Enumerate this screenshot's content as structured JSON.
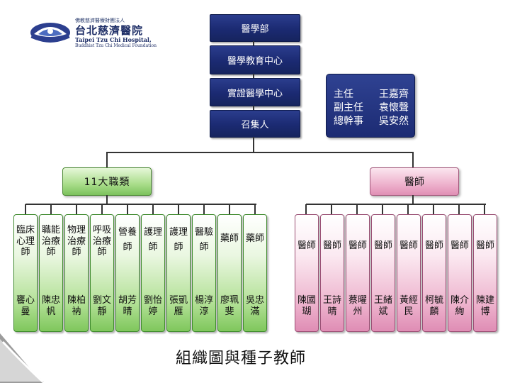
{
  "logo": {
    "sup": "佛教慈濟醫療財團法人",
    "name_cn": "台北慈濟醫院",
    "name_en": "Taipei Tzu Chi Hospital,",
    "foundation_en": "Buddhist Tzu Chi Medical Foundation"
  },
  "chain": [
    "醫學部",
    "醫學教育中心",
    "實證醫學中心",
    "召集人"
  ],
  "info": [
    {
      "role": "主任",
      "name": "王嘉齊"
    },
    {
      "role": "副主任",
      "name": "袁懷聲"
    },
    {
      "role": "總幹事",
      "name": "吳安然"
    }
  ],
  "groups": {
    "left": {
      "label": "11大職類",
      "columns": [
        {
          "title": "臨床心理師",
          "name": "饔心曼"
        },
        {
          "title": "職能治療師",
          "name": "陳忠帆"
        },
        {
          "title": "物理治療師",
          "name": "陳柏衲"
        },
        {
          "title": "呼吸治療師",
          "name": "劉文靜"
        },
        {
          "title": "營養師",
          "name": "胡芳晴"
        },
        {
          "title": "護理師",
          "name": "劉怡婷"
        },
        {
          "title": "護理師",
          "name": "張凱雁"
        },
        {
          "title": "醫驗師",
          "name": "楊淳淳"
        },
        {
          "title": "藥師",
          "name": "廖珮斐"
        },
        {
          "title": "藥師",
          "name": "吳忠滿"
        }
      ]
    },
    "right": {
      "label": "醫師",
      "columns": [
        {
          "title": "醫師",
          "name": "陳國瑚"
        },
        {
          "title": "醫師",
          "name": "王詩晴"
        },
        {
          "title": "醫師",
          "name": "蔡曜州"
        },
        {
          "title": "醫師",
          "name": "王緒斌"
        },
        {
          "title": "醫師",
          "name": "黃經民"
        },
        {
          "title": "醫師",
          "name": "柯毓麟"
        },
        {
          "title": "醫師",
          "name": "陳介絢"
        },
        {
          "title": "醫師",
          "name": "陳建博"
        }
      ]
    }
  },
  "caption": "組織圖與種子教師",
  "colors": {
    "navy": "#1b2a72",
    "green": "#7cc25c",
    "pink": "#e08fb5"
  }
}
